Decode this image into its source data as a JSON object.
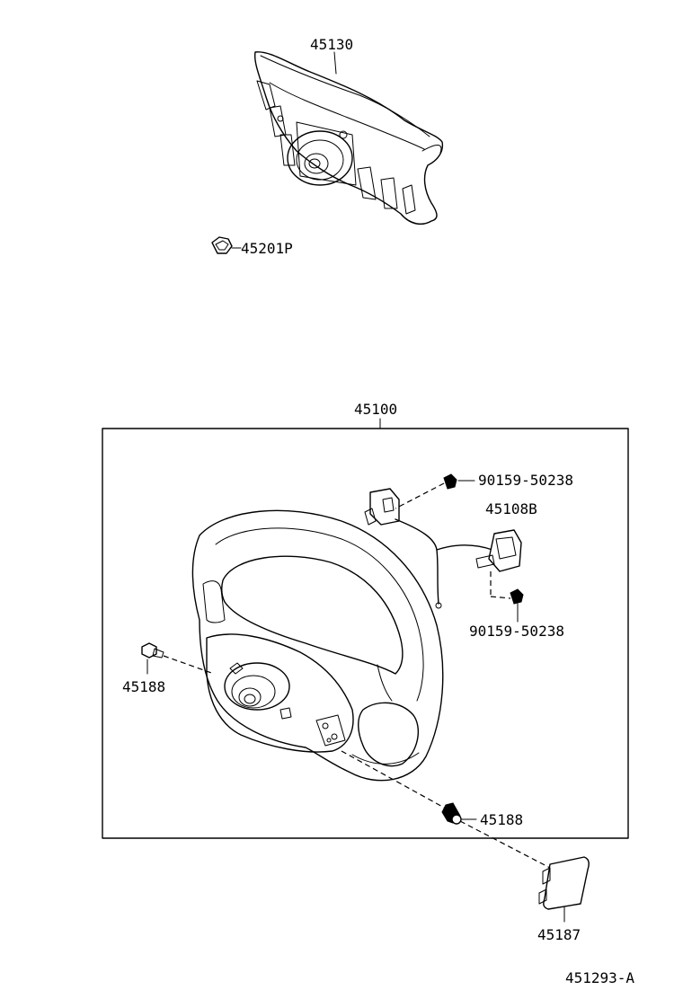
{
  "labels": {
    "airbag_pad": "45130",
    "nut": "45201P",
    "steering_wheel_assy": "45100",
    "screw_top": "90159-50238",
    "switch_assy": "45108B",
    "screw_bottom": "90159-50238",
    "bolt_left": "45188",
    "bolt_right": "45188",
    "cover": "45187",
    "figure_code": "451293-A"
  }
}
